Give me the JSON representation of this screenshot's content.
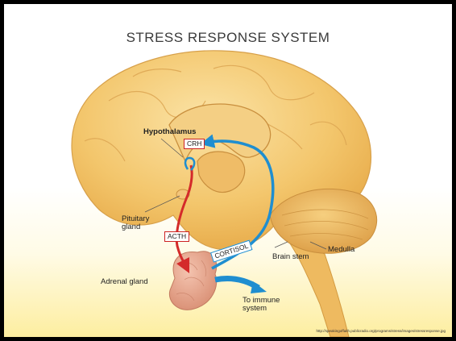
{
  "title": "STRESS RESPONSE SYSTEM",
  "labels": {
    "hypothalamus": "Hypothalamus",
    "crh": "CRH",
    "pituitary_line1": "Pituitary",
    "pituitary_line2": "gland",
    "acth": "ACTH",
    "cortisol": "CORTISOL",
    "brain_stem": "Brain stem",
    "medulla": "Medulla",
    "adrenal_gland": "Adrenal gland",
    "immune_line1": "To immune",
    "immune_line2": "system"
  },
  "source_text": "http://speakingoffaith.publicradio.org/programs/stress/images/stressresponse.jpg",
  "colors": {
    "brain": "#f2c46a",
    "brain_light": "#f9dc97",
    "adrenal": "#e7a48c",
    "red_arrow": "#d42a2a",
    "blue_arrow": "#1f8ed0",
    "box_border": "#cc2222"
  },
  "icons": {
    "brain": "brain-illustration",
    "adrenal": "adrenal-gland-illustration"
  }
}
